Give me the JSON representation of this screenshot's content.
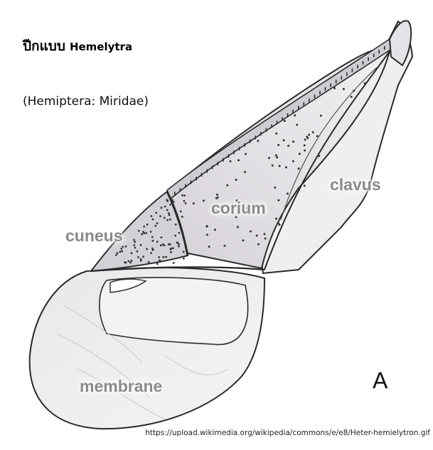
{
  "title": {
    "thai": "ปีกแบบ",
    "latin": "Hemelytra"
  },
  "subtitle": "(Hemiptera: Miridae)",
  "labels": {
    "clavus": "clavus",
    "corium": "corium",
    "cuneus": "cuneus",
    "membrane": "membrane"
  },
  "panel_letter": "A",
  "source_url": "https://upload.wikimedia.org/wikipedia/commons/e/e8/Heter-hemielytron.gif",
  "colors": {
    "outline": "#2a2a2a",
    "fill_light": "#efedf0",
    "fill_shade": "#d8d4da",
    "stipple": "#333333",
    "label_text": "#8a8a8a"
  }
}
